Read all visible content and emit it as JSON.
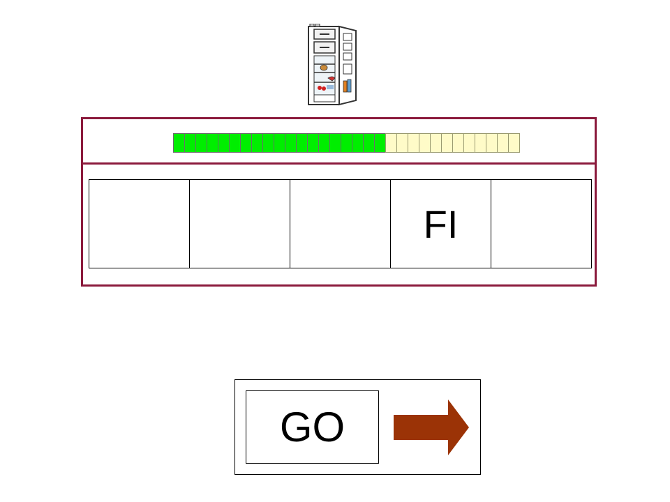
{
  "header": {
    "picture_icon": "refrigerator-open-icon"
  },
  "progress": {
    "total_segments": 31,
    "completed_segments": 19,
    "completed_color": "#00ee00",
    "remaining_color": "#fffbc8"
  },
  "word_slots": [
    {
      "text": ""
    },
    {
      "text": ""
    },
    {
      "text": ""
    },
    {
      "text": "FI"
    },
    {
      "text": ""
    }
  ],
  "panel": {
    "border_color": "#8b1a3c"
  },
  "go": {
    "label": "GO",
    "arrow_icon": "arrow-right-icon",
    "arrow_color": "#9b3306"
  }
}
